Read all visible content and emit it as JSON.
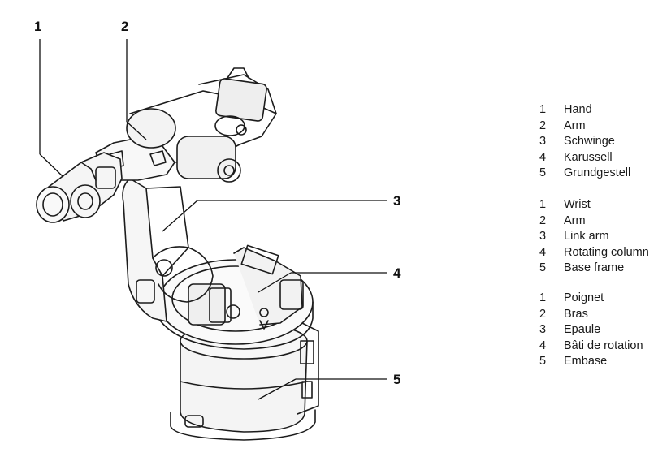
{
  "callouts": [
    {
      "number": "1"
    },
    {
      "number": "2"
    },
    {
      "number": "3"
    },
    {
      "number": "4"
    },
    {
      "number": "5"
    }
  ],
  "legends": {
    "german": [
      {
        "num": "1",
        "label": "Hand"
      },
      {
        "num": "2",
        "label": "Arm"
      },
      {
        "num": "3",
        "label": "Schwinge"
      },
      {
        "num": "4",
        "label": "Karussell"
      },
      {
        "num": "5",
        "label": "Grundgestell"
      }
    ],
    "english": [
      {
        "num": "1",
        "label": "Wrist"
      },
      {
        "num": "2",
        "label": "Arm"
      },
      {
        "num": "3",
        "label": "Link arm"
      },
      {
        "num": "4",
        "label": "Rotating column"
      },
      {
        "num": "5",
        "label": "Base frame"
      }
    ],
    "french": [
      {
        "num": "1",
        "label": "Poignet"
      },
      {
        "num": "2",
        "label": "Bras"
      },
      {
        "num": "3",
        "label": "Epaule"
      },
      {
        "num": "4",
        "label": "Bâti de rotation"
      },
      {
        "num": "5",
        "label": "Embase"
      }
    ]
  }
}
